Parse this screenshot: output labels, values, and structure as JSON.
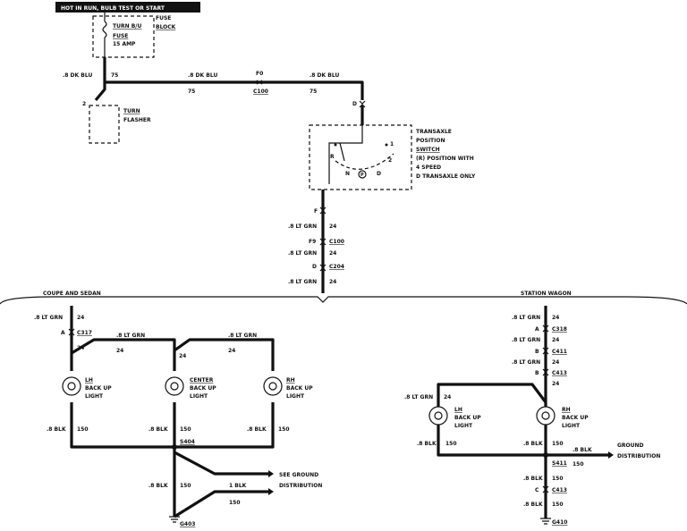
{
  "header": {
    "power": "HOT IN RUN,  BULB TEST OR START"
  },
  "fuse_block": {
    "name": "FUSE",
    "name2": "BLOCK",
    "fuse_name": "TURN B/U",
    "fuse_label": "FUSE",
    "fuse_rating": "15 AMP"
  },
  "turn_flasher": {
    "name": "TURN",
    "name2": "FLASHER",
    "pin": "2"
  },
  "wires_top": {
    "w1_color": ".8 DK BLU",
    "w1_num": "75",
    "w2_color": ".8 DK BLU",
    "w2_num": "75",
    "conn1_pin": "F0",
    "conn1_name": "C100",
    "w3_color": ".8 DK BLU",
    "w3_num": "75",
    "pin_d": "D"
  },
  "switch": {
    "line1": "TRANSAXLE",
    "line2": "POSITION",
    "line3": "SWITCH",
    "line4": "(R) POSITION WITH",
    "line5": "4 SPEED",
    "line6": "D TRANSAXLE ONLY",
    "pos_r": "R",
    "pos_n": "N",
    "pos_d": "D",
    "pos_1": "1",
    "pos_2": "2",
    "pos_p": "P"
  },
  "vertical_trunk": {
    "pin_f": "F",
    "wa_color": ".8 LT GRN",
    "wa_num": "24",
    "c1_pin": "F9",
    "c1_name": "C100",
    "wb_color": ".8 LT GRN",
    "wb_num": "24",
    "c2_pin": "D",
    "c2_name": "C204",
    "wc_color": ".8 LT GRN",
    "wc_num": "24"
  },
  "sections": {
    "left": "COUPE AND SEDAN",
    "right": "STATION WAGON"
  },
  "coupe": {
    "in_color": ".8 LT GRN",
    "in_num": "24",
    "c_pin": "A",
    "c_name": "C317",
    "wire1_color": ".8 LT GRN",
    "wire1_num": "24",
    "wire2_color": ".8 LT GRN",
    "wire2_num": "24",
    "wire3_num": "24",
    "wire4_num": "24",
    "wire5_num": "24",
    "lh": [
      "LH",
      "BACK UP",
      "LIGHT"
    ],
    "center": [
      "CENTER",
      "BACK UP",
      "LIGHT"
    ],
    "rh": [
      "RH",
      "BACK UP",
      "LIGHT"
    ],
    "blk1_color": ".8 BLK",
    "blk1_num": "150",
    "blk2_color": ".8 BLK",
    "blk2_num": "150",
    "blk3_color": ".8 BLK",
    "blk3_num": "150",
    "splice": "S404",
    "gnd_color": ".8 BLK",
    "gnd_num": "150",
    "blk4_color": "1 BLK",
    "blk4_num": "150",
    "see_ground": "SEE GROUND",
    "distribution": "DISTRIBUTION",
    "ground": "G403"
  },
  "wagon": {
    "in_color": ".8 LT GRN",
    "in_num": "24",
    "c1_pin": "A",
    "c1_name": "C318",
    "w1_color": ".8 LT GRN",
    "w1_num": "24",
    "c2_pin": "B",
    "c2_name": "C411",
    "w2_color": ".8 LT GRN",
    "w2_num": "24",
    "c3_pin": "B",
    "c3_name": "C413",
    "w3_num": "24",
    "lh_color": ".8 LT GRN",
    "lh_num": "24",
    "lh": [
      "LH",
      "BACK UP",
      "LIGHT"
    ],
    "rh": [
      "RH",
      "BACK UP",
      "LIGHT"
    ],
    "blk1_color": ".8 BLK",
    "blk1_num": "150",
    "blk2_color": ".8 BLK",
    "blk2_num": "150",
    "blk3_color": ".8 BLK",
    "blk3_num": "150",
    "ground_label": "GROUND",
    "distribution": "DISTRIBUTION",
    "splice": "S411",
    "blk4_color": ".8 BLK",
    "blk4_num": "150",
    "c4_pin": "C",
    "c4_name": "C413",
    "blk5_color": ".8 BLK",
    "blk5_num": "150",
    "ground": "G410"
  }
}
